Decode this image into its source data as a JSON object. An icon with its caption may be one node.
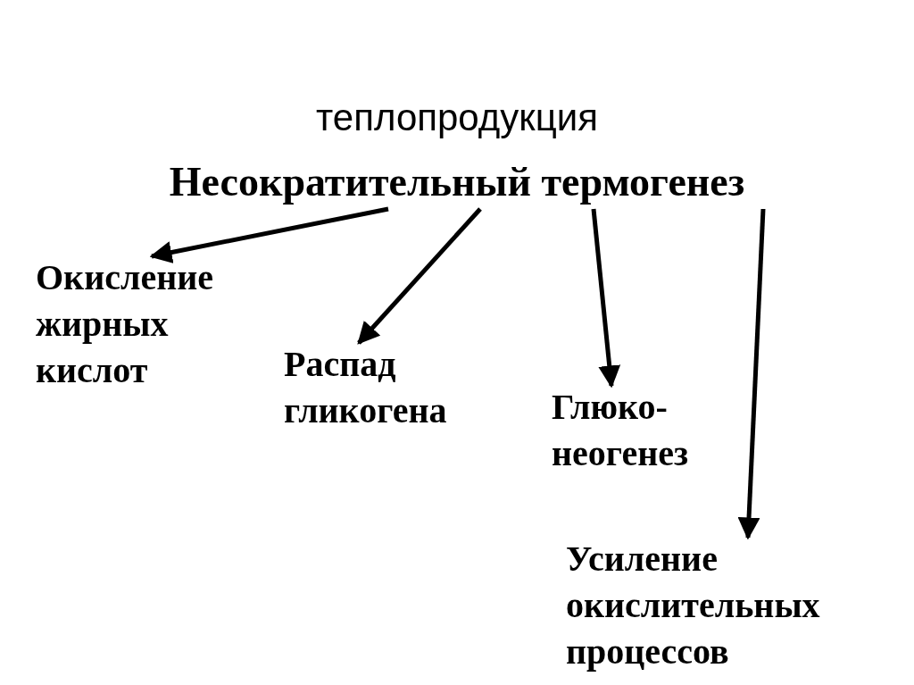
{
  "diagram": {
    "title": "теплопродукция",
    "nodes": [
      {
        "text": [
          "Несократительный термогенез"
        ]
      },
      {
        "text": [
          "Окисление жирных кислот"
        ]
      },
      {
        "text": [
          "Распад гликогена"
        ]
      },
      {
        "text": [
          "Глюко- неогенез"
        ]
      },
      {
        "text": [
          "Усиление окислительных процессов"
        ]
      }
    ],
    "edges": [
      {
        "from": 0,
        "to": 1,
        "arrow": "to"
      },
      {
        "from": 0,
        "to": 2,
        "arrow": "to"
      },
      {
        "from": 0,
        "to": 3,
        "arrow": "to"
      },
      {
        "from": 0,
        "to": 4,
        "arrow": "to"
      }
    ]
  }
}
